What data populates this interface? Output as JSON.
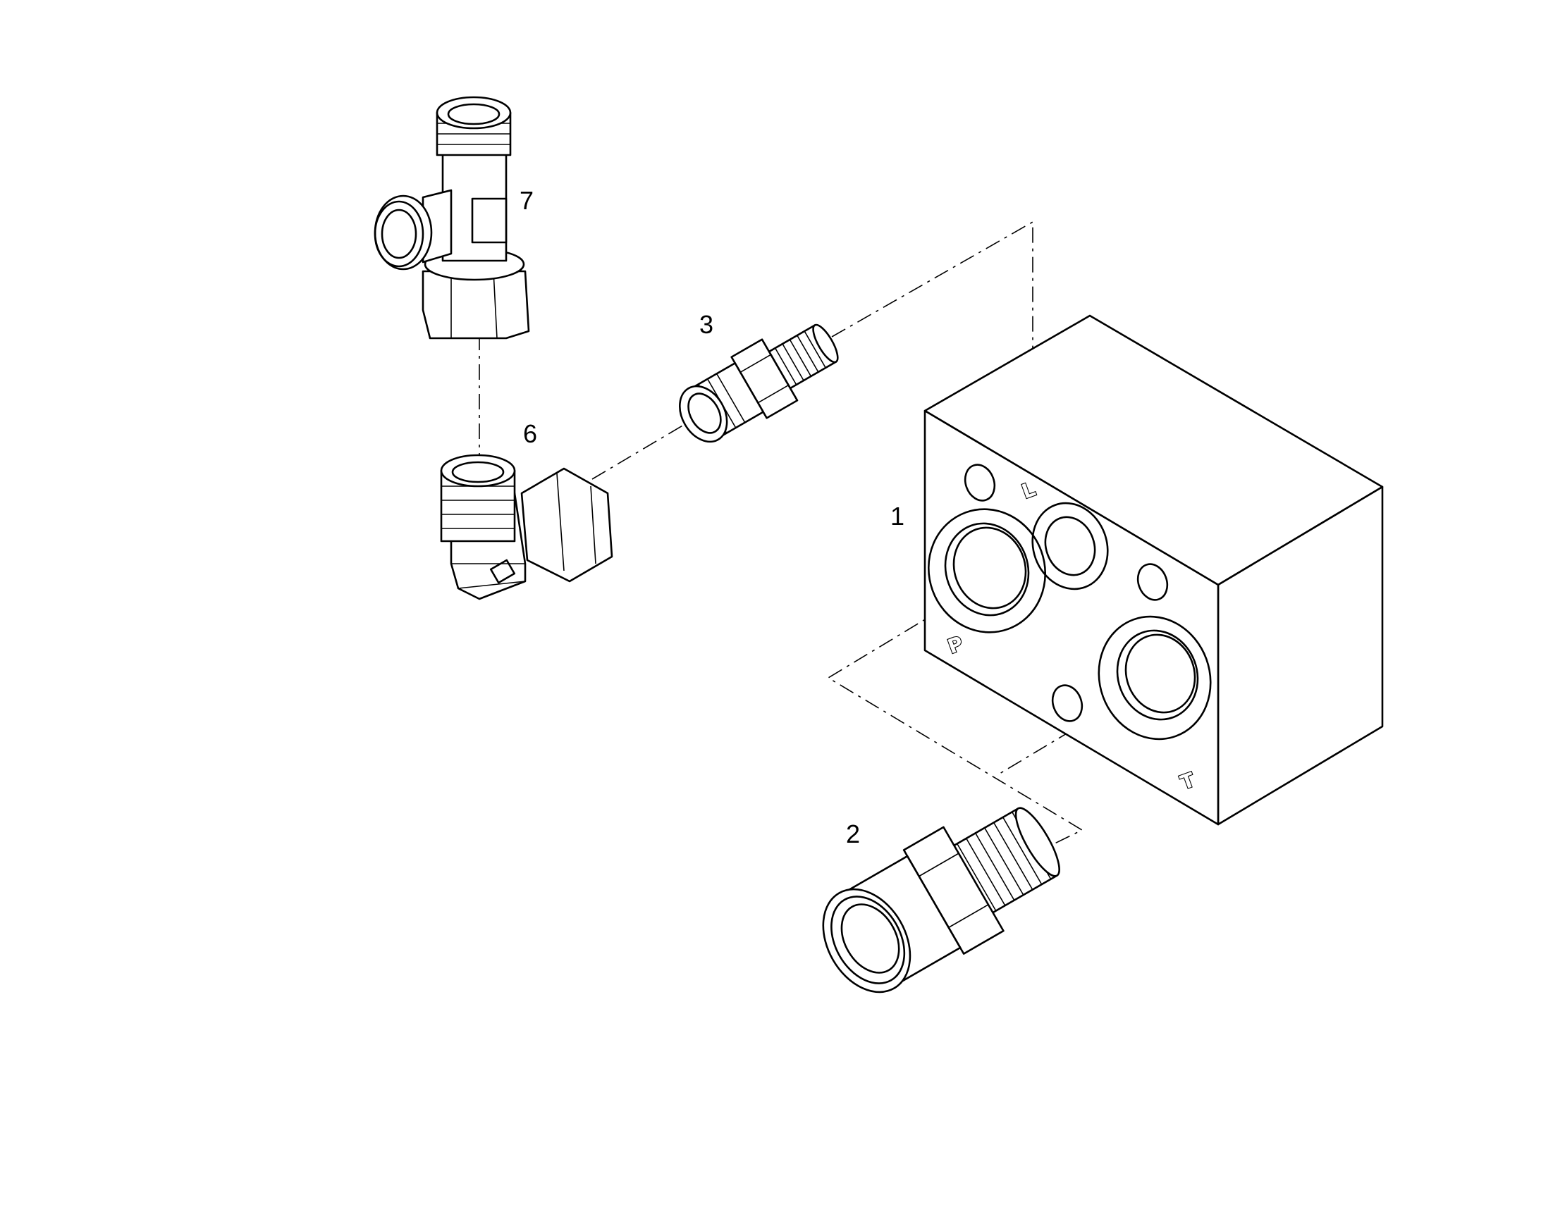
{
  "diagram": {
    "callouts": {
      "part_1": "1",
      "part_2": "2",
      "part_3": "3",
      "part_6": "6",
      "part_7": "7"
    },
    "port_labels": {
      "p": "P",
      "l": "L",
      "t": "T"
    }
  }
}
